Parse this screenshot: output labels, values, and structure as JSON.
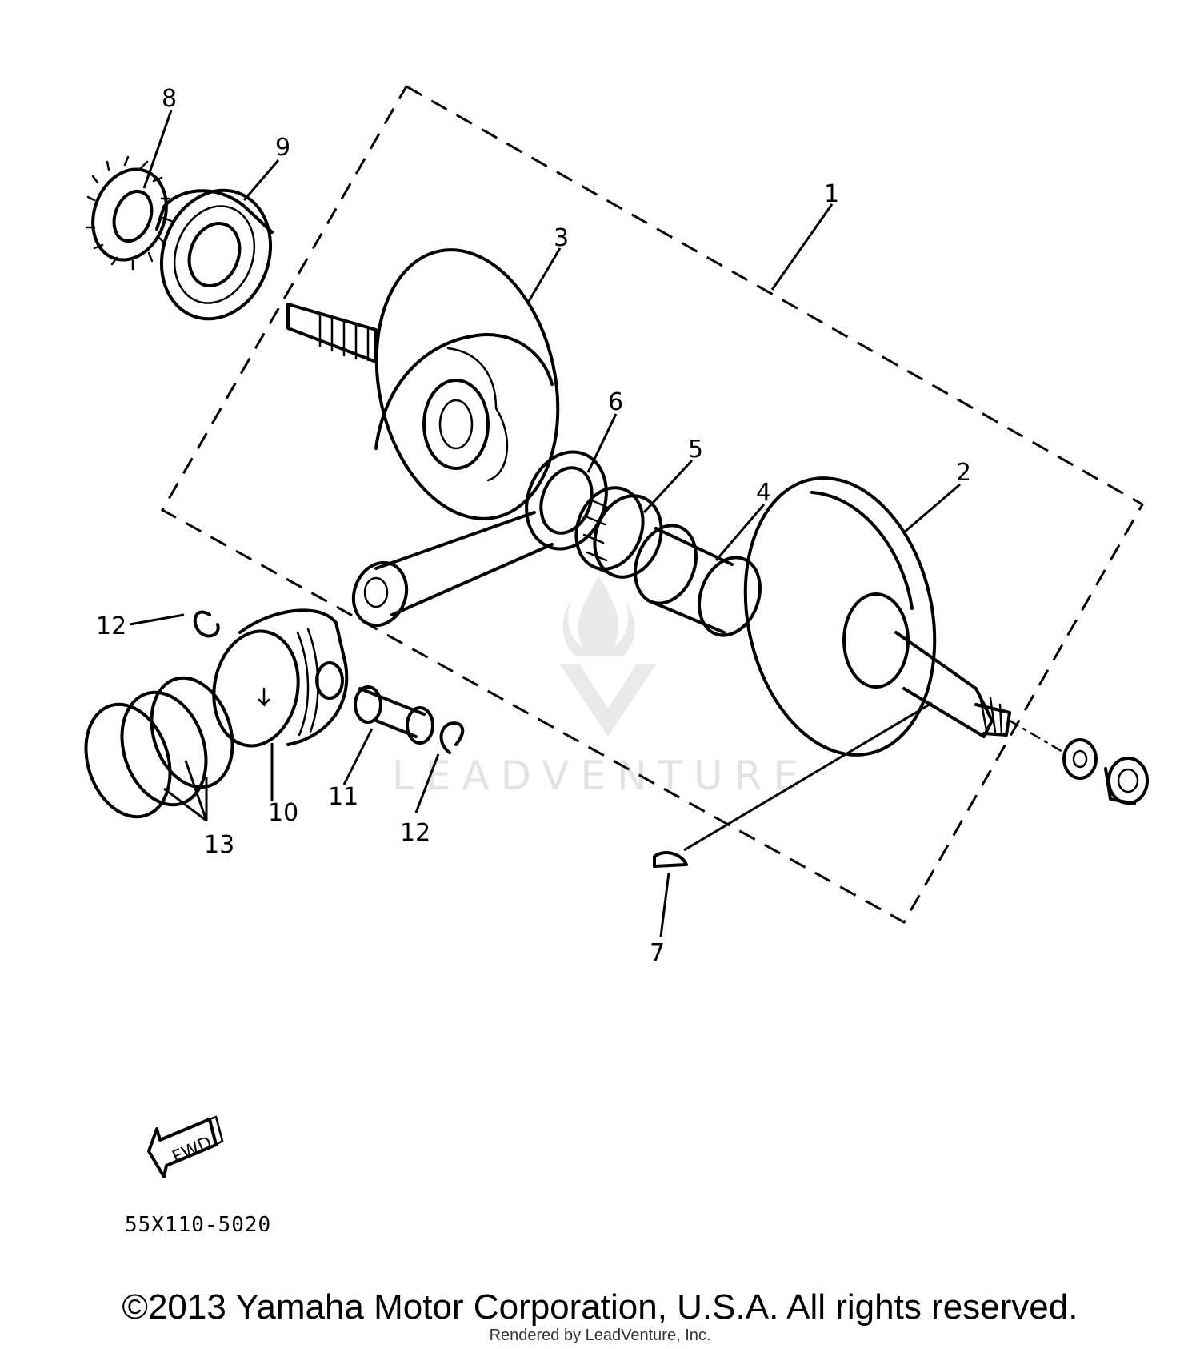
{
  "diagram": {
    "callouts": {
      "c1": "1",
      "c2": "2",
      "c3": "3",
      "c4": "4",
      "c5": "5",
      "c6": "6",
      "c7": "7",
      "c8": "8",
      "c9": "9",
      "c10": "10",
      "c11": "11",
      "c12a": "12",
      "c12b": "12",
      "c13": "13"
    },
    "fwd_label": "FWD",
    "code": "55X110-5020"
  },
  "watermark": {
    "text": "LEADVENTURE"
  },
  "footer": {
    "copyright": "©2013 Yamaha Motor Corporation, U.S.A. All rights reserved.",
    "rendered_by": "Rendered by LeadVenture, Inc."
  }
}
